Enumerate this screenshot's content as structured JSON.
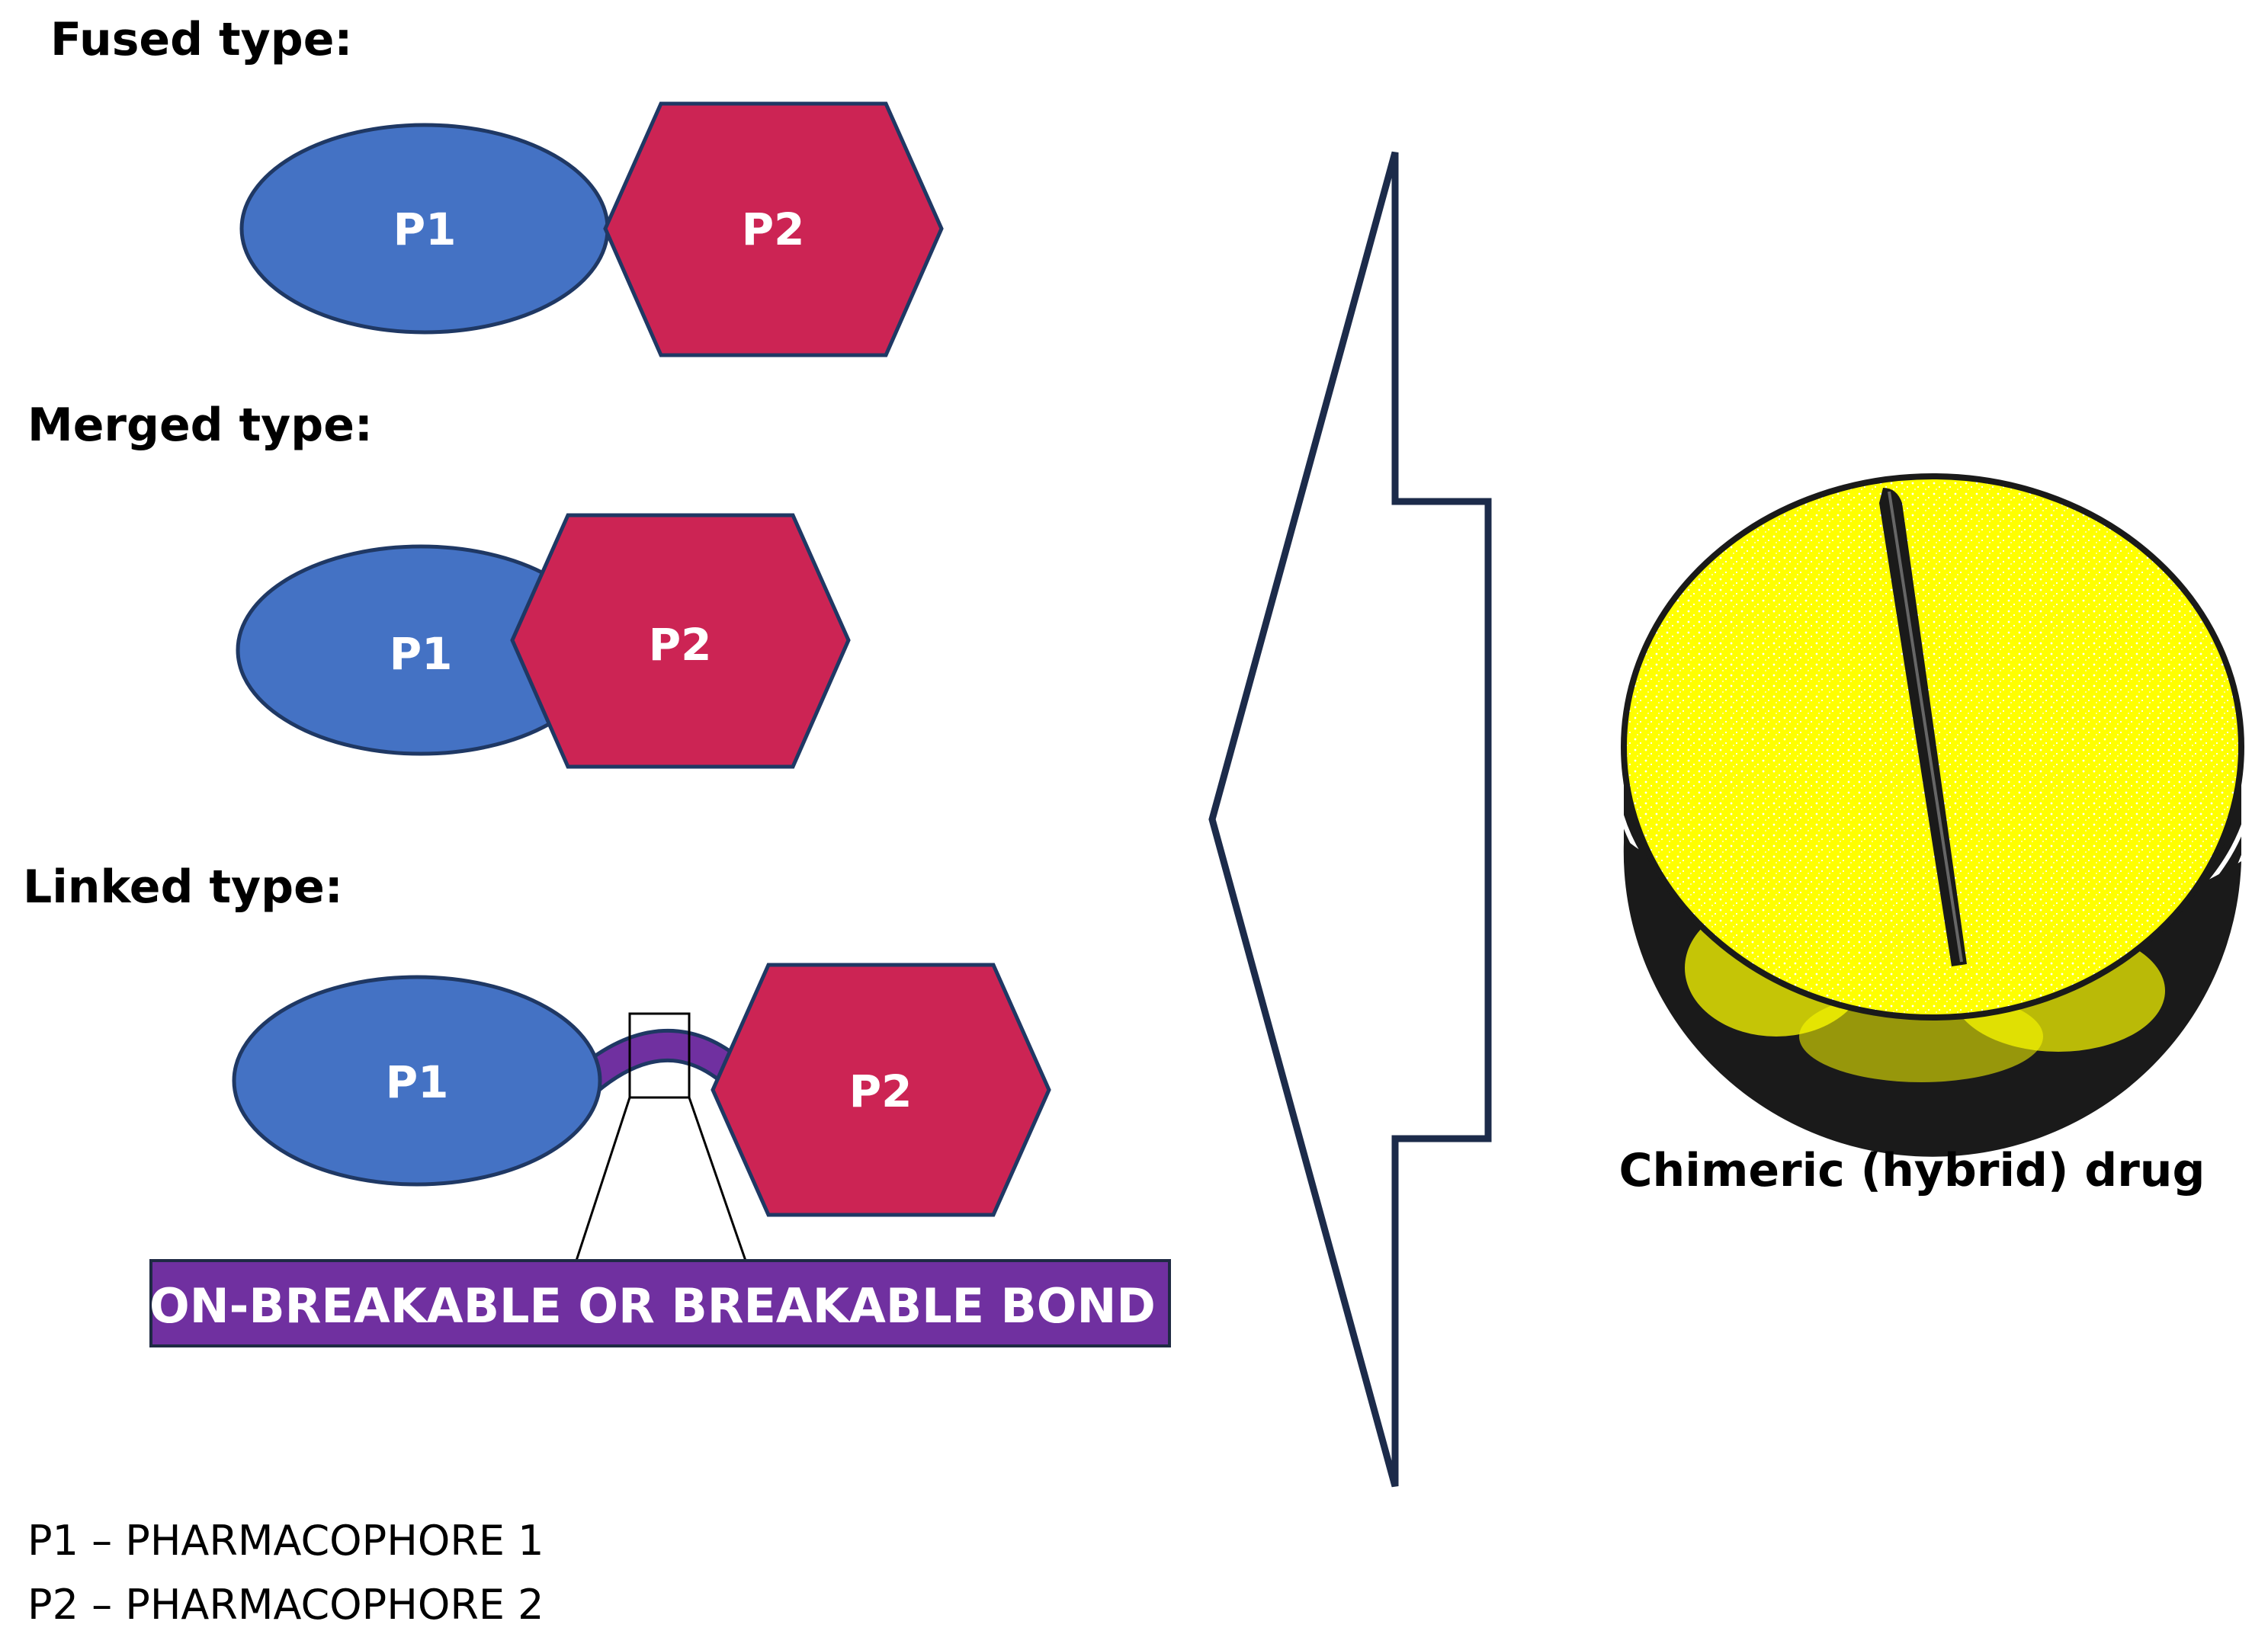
{
  "colors": {
    "pharmacophore_1": "#4472C4",
    "pharmacophore_2": "#CC2454",
    "linker": "#7030A0",
    "outline": "#1F3864",
    "arrow_outline": "#1C2B4A",
    "pill": "#FFFF00"
  },
  "sections": {
    "fused": {
      "title": "Fused type:",
      "p1": "P1",
      "p2": "P2"
    },
    "merged": {
      "title": "Merged type:",
      "p1": "P1",
      "p2": "P2"
    },
    "linked": {
      "title": "Linked type:",
      "p1": "P1",
      "p2": "P2",
      "bond_label": "NON-BREAKABLE OR BREAKABLE BOND"
    }
  },
  "drug": {
    "caption": "Chimeric (hybrid) drug",
    "icon": "pill-icon"
  },
  "legend": {
    "line1": "P1 – PHARMACOPHORE 1",
    "line2": "P2 – PHARMACOPHORE 2"
  }
}
